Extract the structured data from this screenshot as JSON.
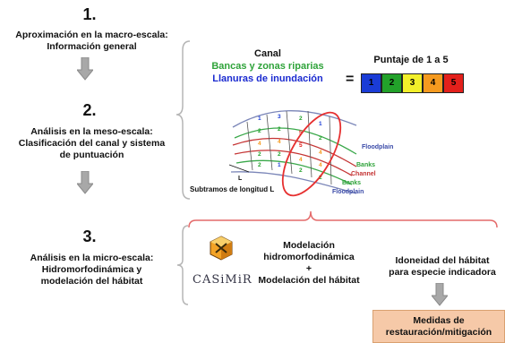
{
  "steps": [
    {
      "num": "1.",
      "line1": "Aproximación en la macro-escala:",
      "line2": "Información general"
    },
    {
      "num": "2.",
      "line1": "Análisis en la meso-escala:",
      "line2": "Clasificación del canal y sistema",
      "line3": "de puntuación"
    },
    {
      "num": "3.",
      "line1": "Análisis en la micro-escala:",
      "line2": "Hidromorfodinámica y",
      "line3": "modelación del hábitat"
    }
  ],
  "legend": {
    "canal": "Canal",
    "bancas": "Bancas y zonas riparias",
    "llanuras": "Llanuras de inundación",
    "puntaje": "Puntaje de 1 a 5",
    "equals": "="
  },
  "scores": [
    {
      "value": "1",
      "color": "#1a3cd6"
    },
    {
      "value": "2",
      "color": "#22a12a"
    },
    {
      "value": "3",
      "color": "#f2ef2a"
    },
    {
      "value": "4",
      "color": "#f59a1f"
    },
    {
      "value": "5",
      "color": "#e3201b"
    }
  ],
  "colors": {
    "canal": "#111111",
    "bancas": "#2fa33a",
    "llanuras": "#1a2ad0",
    "ellipse": "#e63030",
    "arrow": "#9a9a9a",
    "bracket": "#b5b5b5",
    "bracket_red": "#e46a6a",
    "medidas_bg": "#f6c9a8"
  },
  "map_labels": {
    "floodplain_top": "Floodplain",
    "banks_top": "Banks",
    "channel": "Channel",
    "banks_bottom": "Banks",
    "floodplain_bottom": "Floodplain",
    "subtramos": "Subtramos de longitud L",
    "L": "L"
  },
  "micro": {
    "model1": "Modelación",
    "model2": "hidromorfodinámica",
    "plus": "+",
    "model3": "Modelación del hábitat",
    "casimir": "CASiMiR",
    "idone1": "Idoneidad del hábitat",
    "idone2": "para especie indicadora",
    "medidas1": "Medidas de",
    "medidas2": "restauración/mitigación"
  }
}
